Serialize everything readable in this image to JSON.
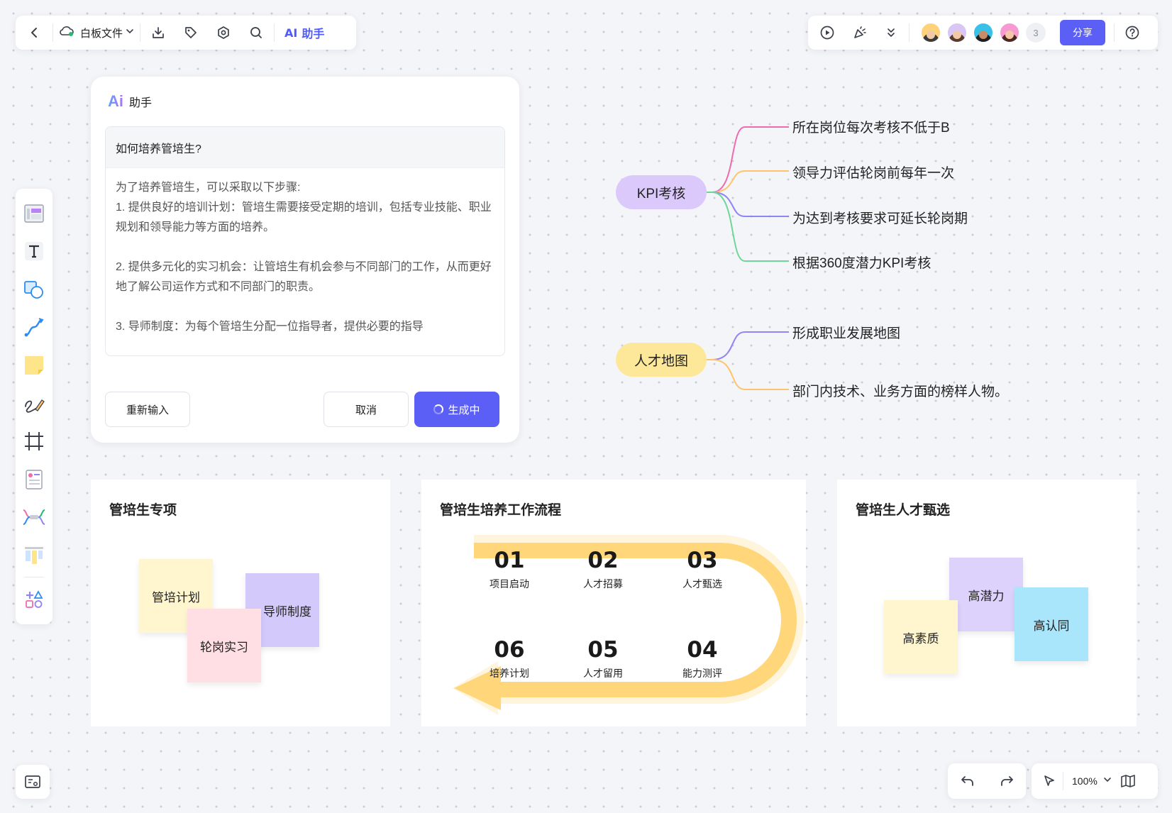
{
  "toolbar": {
    "file_name": "白板文件",
    "ai_text": "助手",
    "ai_prefix": "AI"
  },
  "collab": {
    "extra_count": "3",
    "share_label": "分享"
  },
  "ai_dialog": {
    "title": "助手",
    "logo": "Ai",
    "question": "如何培养管培生?",
    "answer_intro": "为了培养管培生，可以采取以下步骤:",
    "answer_1": "1. 提供良好的培训计划：管培生需要接受定期的培训，包括专业技能、职业规划和领导能力等方面的培养。",
    "answer_2": "2. 提供多元化的实习机会：让管培生有机会参与不同部门的工作，从而更好地了解公司运作方式和不同部门的职责。",
    "answer_3": "3. 导师制度：为每个管培生分配一位指导者，提供必要的指导",
    "btn_retry": "重新输入",
    "btn_cancel": "取消",
    "btn_generating": "生成中"
  },
  "mindmap": {
    "kpi": {
      "label": "KPI考核",
      "color": "#dcc9fb",
      "items": [
        "所在岗位每次考核不低于B",
        "领导力评估轮岗前每年一次",
        "为达到考核要求可延长轮岗期",
        "根据360度潜力KPI考核"
      ],
      "line_colors": [
        "#f06ab0",
        "#ffc46b",
        "#8e86f5",
        "#6fd69a"
      ]
    },
    "talent": {
      "label": "人才地图",
      "color": "#fde89a",
      "items": [
        "形成职业发展地图",
        "部门内技术、业务方面的榜样人物。"
      ],
      "line_colors": [
        "#8e86f5",
        "#ffc46b"
      ]
    }
  },
  "cards": {
    "special": {
      "title": "管培生专项",
      "notes": [
        "管培计划",
        "导师制度",
        "轮岗实习"
      ]
    },
    "flow": {
      "title": "管培生培养工作流程",
      "steps": [
        {
          "num": "01",
          "label": "项目启动"
        },
        {
          "num": "02",
          "label": "人才招募"
        },
        {
          "num": "03",
          "label": "人才甄选"
        },
        {
          "num": "04",
          "label": "能力测评"
        },
        {
          "num": "05",
          "label": "人才留用"
        },
        {
          "num": "06",
          "label": "培养计划"
        }
      ]
    },
    "selection": {
      "title": "管培生人才甄选",
      "notes": [
        "高潜力",
        "高素质",
        "高认同"
      ]
    }
  },
  "zoom": {
    "value": "100%"
  }
}
